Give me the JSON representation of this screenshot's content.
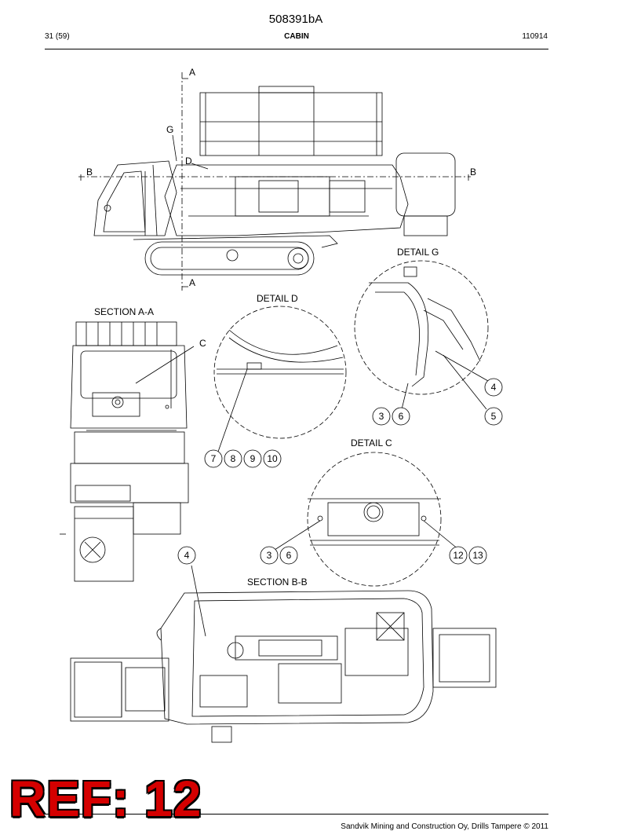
{
  "header": {
    "doc_number": "508391bA",
    "page": "31 (59)",
    "section": "CABIN",
    "date": "110914"
  },
  "views": {
    "section_aa": "SECTION  A-A",
    "section_bb": "SECTION  B-B",
    "detail_d": "DETAIL D",
    "detail_g": "DETAIL G",
    "detail_c": "DETAIL C"
  },
  "markers": {
    "a_top": "A",
    "a_bottom": "A",
    "b_left": "B",
    "b_right": "B",
    "g": "G",
    "d": "D",
    "c": "C"
  },
  "balloons": {
    "detail_d": [
      "7",
      "8",
      "9",
      "10"
    ],
    "detail_g_left": [
      "3",
      "6"
    ],
    "detail_g_4": "4",
    "detail_g_5": "5",
    "detail_c_left": [
      "3",
      "6"
    ],
    "detail_c_right": [
      "12",
      "13"
    ],
    "section_bb": "4"
  },
  "stamp": "REF: 12",
  "footer": {
    "copyright": "Sandvik Mining and Construction Oy, Drills Tampere © 2011"
  }
}
